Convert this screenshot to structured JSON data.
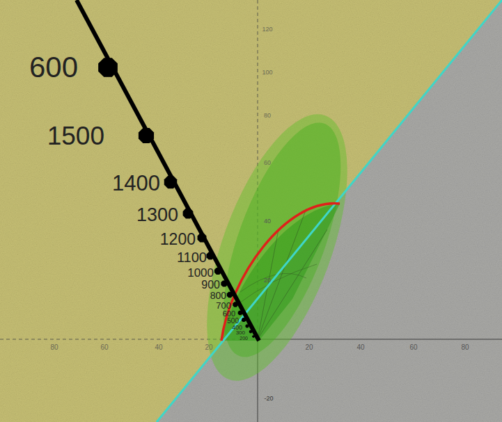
{
  "diagram": {
    "labels": [
      "600",
      "1500",
      "1400",
      "1300",
      "1200",
      "1100",
      "1000",
      "900",
      "800",
      "700",
      "600",
      "500",
      "400",
      "300",
      "200",
      "80",
      "60",
      "40",
      "20",
      "20",
      "40",
      "60",
      "80",
      "120",
      "100",
      "80",
      "60",
      "40",
      "20",
      "-20"
    ]
  }
}
